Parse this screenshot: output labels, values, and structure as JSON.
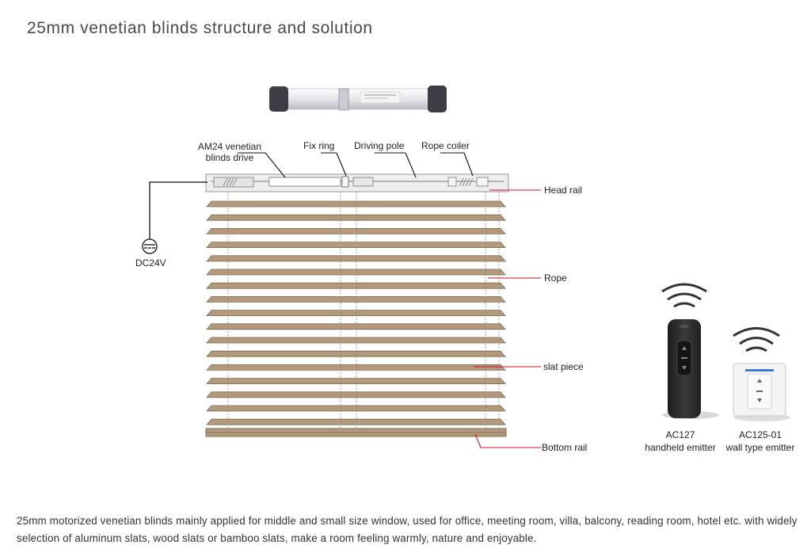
{
  "title": "25mm venetian blinds structure and solution",
  "labels": {
    "am24_line1": "AM24 venetian",
    "am24_line2": "blinds drive",
    "fix_ring": "Fix ring",
    "driving_pole": "Driving pole",
    "rope_coiler": "Rope coiler",
    "head_rail": "Head rail",
    "rope": "Rope",
    "slat_piece": "slat piece",
    "bottom_rail": "Bottom rail",
    "dc24v": "DC24V"
  },
  "emitters": [
    {
      "model": "AC127",
      "type": "handheld emitter"
    },
    {
      "model": "AC125-01",
      "type": "wall type emitter"
    }
  ],
  "colors": {
    "slat": "#b39a7c",
    "slat_edge": "#7d6a52",
    "pointer": "#d0102a",
    "remote": "#2c2c2c"
  },
  "description": "25mm motorized venetian blinds mainly applied for middle and small size window, used for office, meeting room, villa, balcony, reading room, hotel etc. with widely selection of aluminum slats, wood slats or bamboo slats, make a room feeling warmly, nature and enjoyable."
}
